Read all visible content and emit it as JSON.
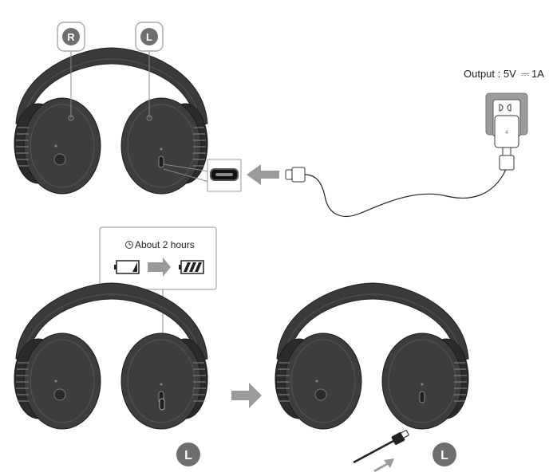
{
  "badges": {
    "right": "R",
    "left": "L",
    "left_bottom_1": "L",
    "left_bottom_2": "L"
  },
  "charger": {
    "output_label": "Output : 5V",
    "output_symbol": "⎓",
    "output_current": "1A"
  },
  "charge_time": {
    "icon": "clock-icon",
    "label": "About 2 hours"
  },
  "colors": {
    "headphone": "#3a3a3a",
    "headphone_dark": "#262626",
    "arrow_gray": "#9a9a9a",
    "badge_gray": "#6e6e6e"
  }
}
